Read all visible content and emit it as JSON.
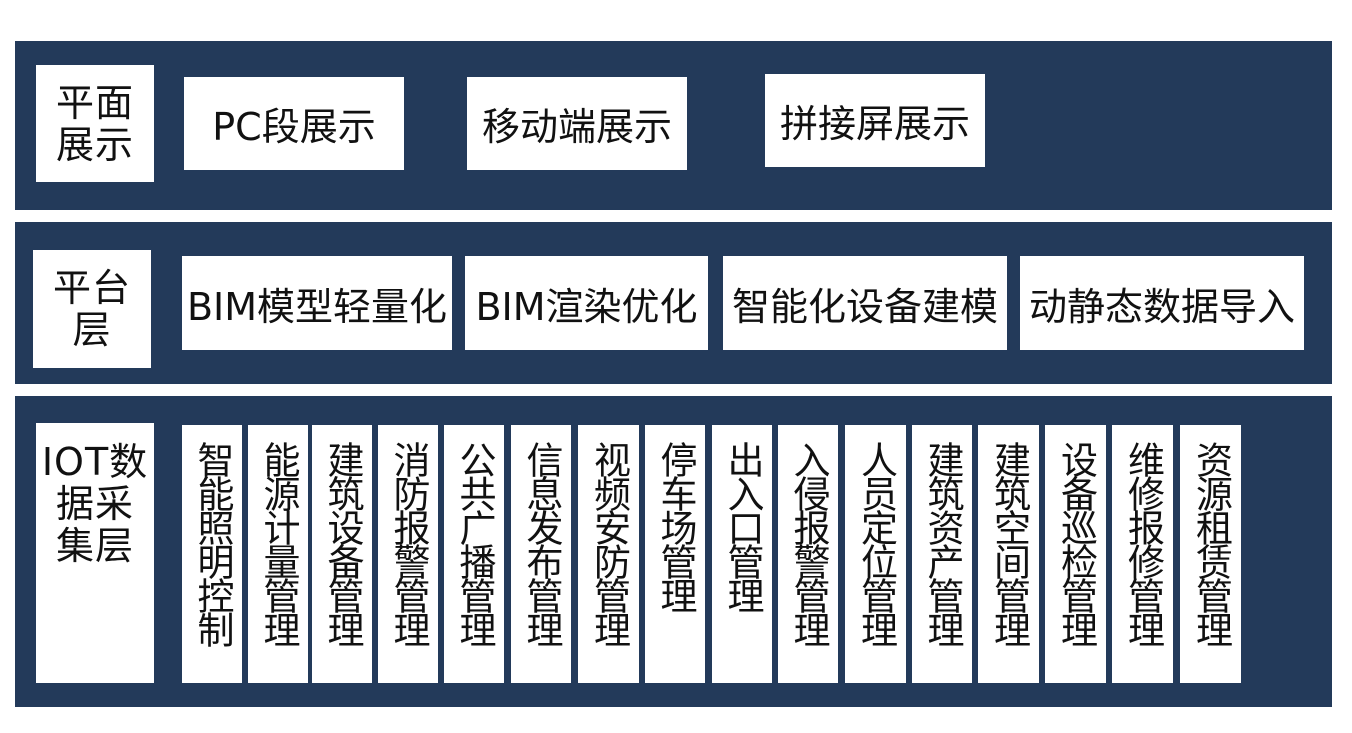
{
  "layers": {
    "display": {
      "label": "平面\n展示",
      "items": [
        "PC段展示",
        "移动端展示",
        "拼接屏展示"
      ]
    },
    "platform": {
      "label": "平台\n层",
      "items": [
        "BIM模型轻量化",
        "BIM渲染优化",
        "智能化设备建模",
        "动静态数据导入"
      ]
    },
    "iot": {
      "label": "IOT数\n据采\n集层",
      "items": [
        "智能照明控制",
        "能源计量管理",
        "建筑设备管理",
        "消防报警管理",
        "公共广播管理",
        "信息发布管理",
        "视频安防管理",
        "停车场管理",
        "出入口管理",
        "入侵报警管理",
        "人员定位管理",
        "建筑资产管理",
        "建筑空间管理",
        "设备巡检管理",
        "维修报修管理",
        "资源租赁管理"
      ]
    }
  },
  "colors": {
    "band": "#233a5a",
    "box": "#ffffff",
    "text": "#111111"
  }
}
